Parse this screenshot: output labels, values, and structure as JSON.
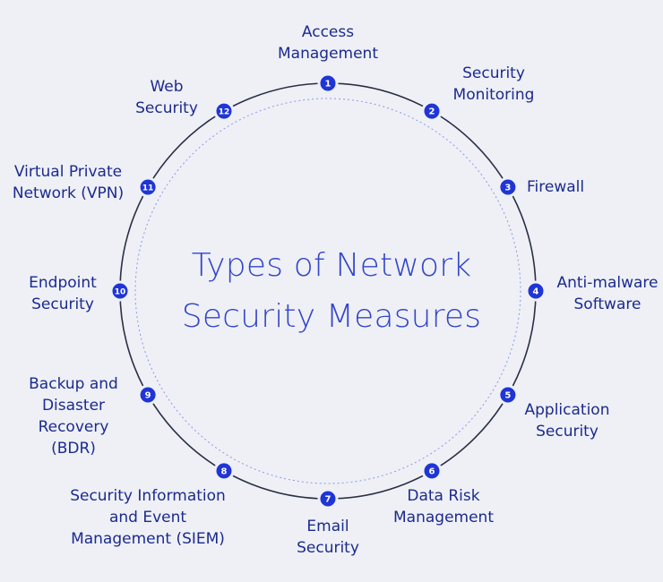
{
  "diagram": {
    "title_line1": "Types of Network",
    "title_line2": "Security Measures",
    "colors": {
      "background": "#eef0f6",
      "accent": "#1f35d6",
      "circle": "#2a2f45",
      "inner_dashed": "#8a98e8",
      "label_text": "#1c2a8e",
      "title_text": "#3345c8"
    },
    "nodes": [
      {
        "number": "1",
        "label": "Access\nManagement"
      },
      {
        "number": "2",
        "label": "Security\nMonitoring"
      },
      {
        "number": "3",
        "label": "Firewall"
      },
      {
        "number": "4",
        "label": "Anti-malware\nSoftware"
      },
      {
        "number": "5",
        "label": "Application\nSecurity"
      },
      {
        "number": "6",
        "label": "Data Risk\nManagement"
      },
      {
        "number": "7",
        "label": "Email\nSecurity"
      },
      {
        "number": "8",
        "label": "Security Information\nand Event\nManagement (SIEM)"
      },
      {
        "number": "9",
        "label": "Backup and\nDisaster\nRecovery\n(BDR)"
      },
      {
        "number": "10",
        "label": "Endpoint\nSecurity"
      },
      {
        "number": "11",
        "label": "Virtual Private\nNetwork (VPN)"
      },
      {
        "number": "12",
        "label": "Web\nSecurity"
      }
    ]
  }
}
